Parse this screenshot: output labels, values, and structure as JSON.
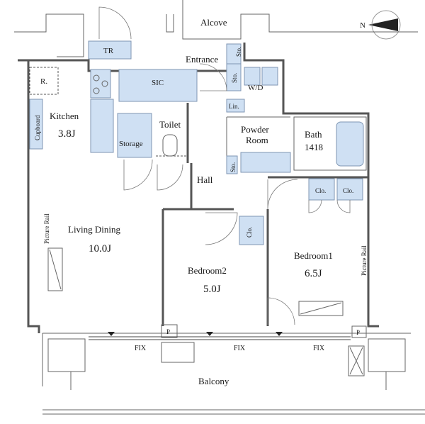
{
  "compass": {
    "letter": "N"
  },
  "rooms": {
    "alcove": "Alcove",
    "tr": "TR",
    "entrance": "Entrance",
    "sto_top": "Sto.",
    "sto_mid": "Sto.",
    "sto_hall": "Sto.",
    "wd": "W/D",
    "lin": "Lin.",
    "refrigerator": "R.",
    "sic": "SIC",
    "kitchen": "Kitchen",
    "kitchen_size": "3.8J",
    "cupboard": "Cupboard",
    "storage": "Storage",
    "toilet": "Toilet",
    "powder_room_1": "Powder",
    "powder_room_2": "Room",
    "bath": "Bath",
    "bath_size": "1418",
    "hall": "Hall",
    "clo_left": "Clo.",
    "clo_right": "Clo.",
    "clo_bed2": "Clo.",
    "living": "Living Dining",
    "living_size": "10.0J",
    "bedroom2": "Bedroom2",
    "bedroom2_size": "5.0J",
    "bedroom1": "Bedroom1",
    "bedroom1_size": "6.5J",
    "picture_rail_left": "Picture Rail",
    "picture_rail_right": "Picture Rail",
    "p_left": "P",
    "p_right": "P",
    "fix_1": "FIX",
    "fix_2": "FIX",
    "fix_3": "FIX",
    "balcony": "Balcony"
  }
}
